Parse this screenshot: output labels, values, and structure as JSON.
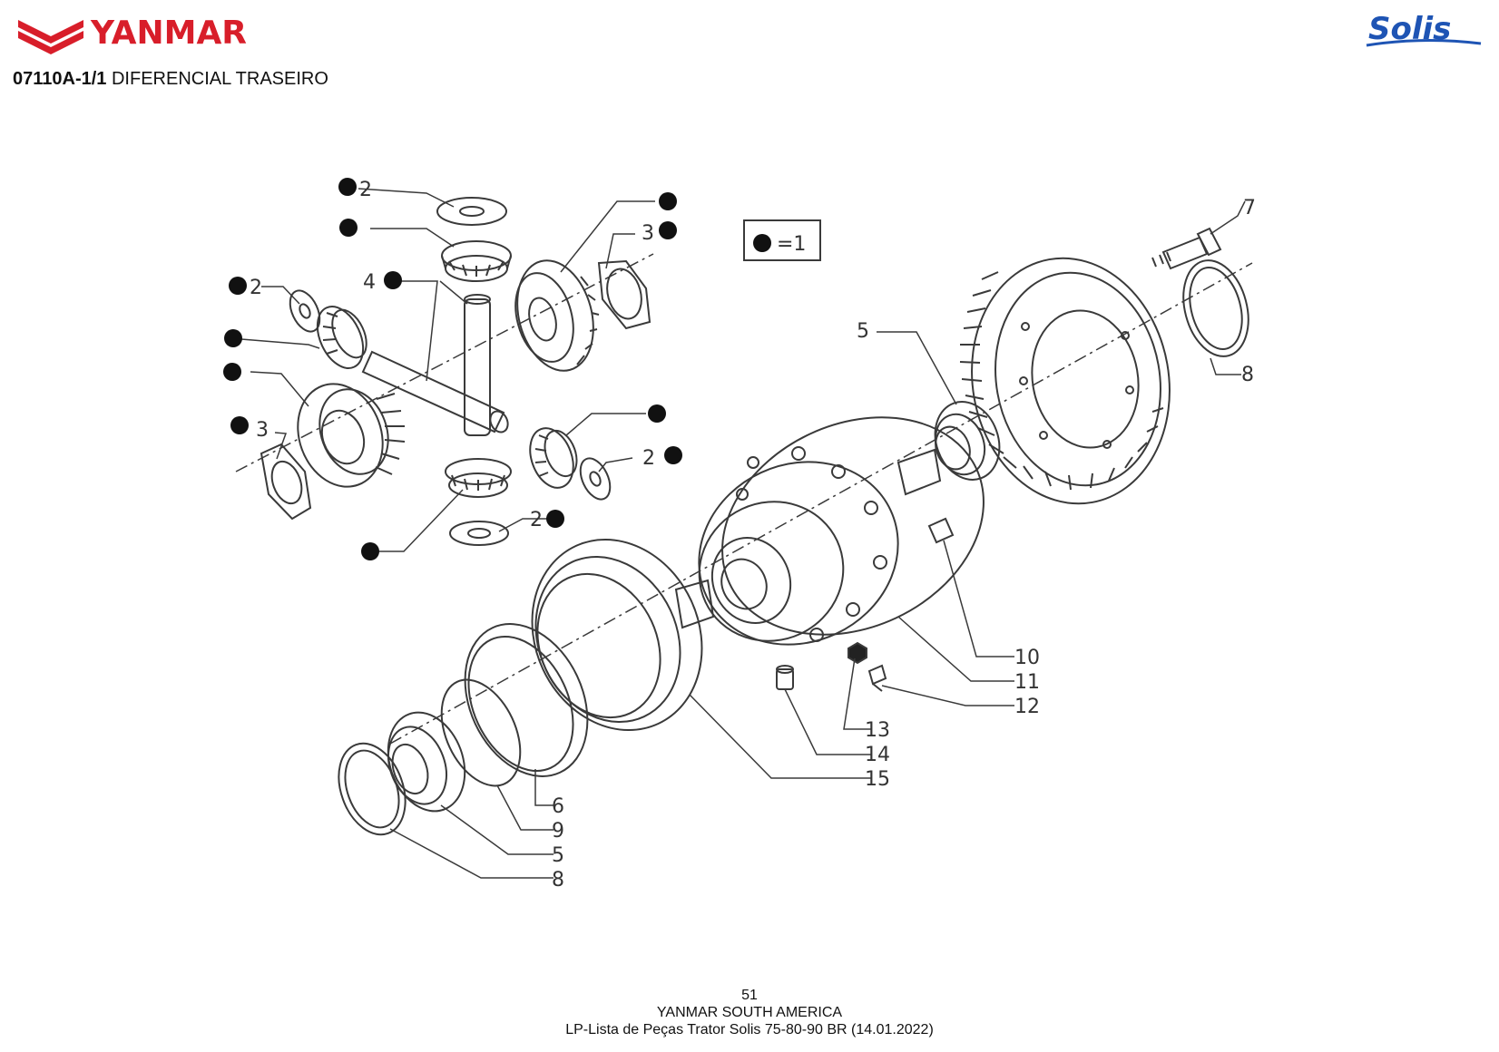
{
  "header": {
    "brand_left": "YANMAR",
    "brand_right": "Solis",
    "title_code": "07110A-1/1",
    "title_text": "DIFERENCIAL TRASEIRO"
  },
  "legend": {
    "equals": "=1"
  },
  "callouts": [
    "2",
    "2",
    "4",
    "3",
    "7",
    "5",
    "8",
    "3",
    "2",
    "2",
    "10",
    "11",
    "12",
    "13",
    "14",
    "15",
    "6",
    "9",
    "5",
    "8"
  ],
  "footer": {
    "page_number": "51",
    "company": "YANMAR SOUTH AMERICA",
    "document": "LP-Lista de Peças Trator Solis 75-80-90 BR (14.01.2022)"
  },
  "colors": {
    "yanmar_red": "#d81e2a",
    "solis_blue": "#1e54b4",
    "ink": "#3a3a3a"
  }
}
